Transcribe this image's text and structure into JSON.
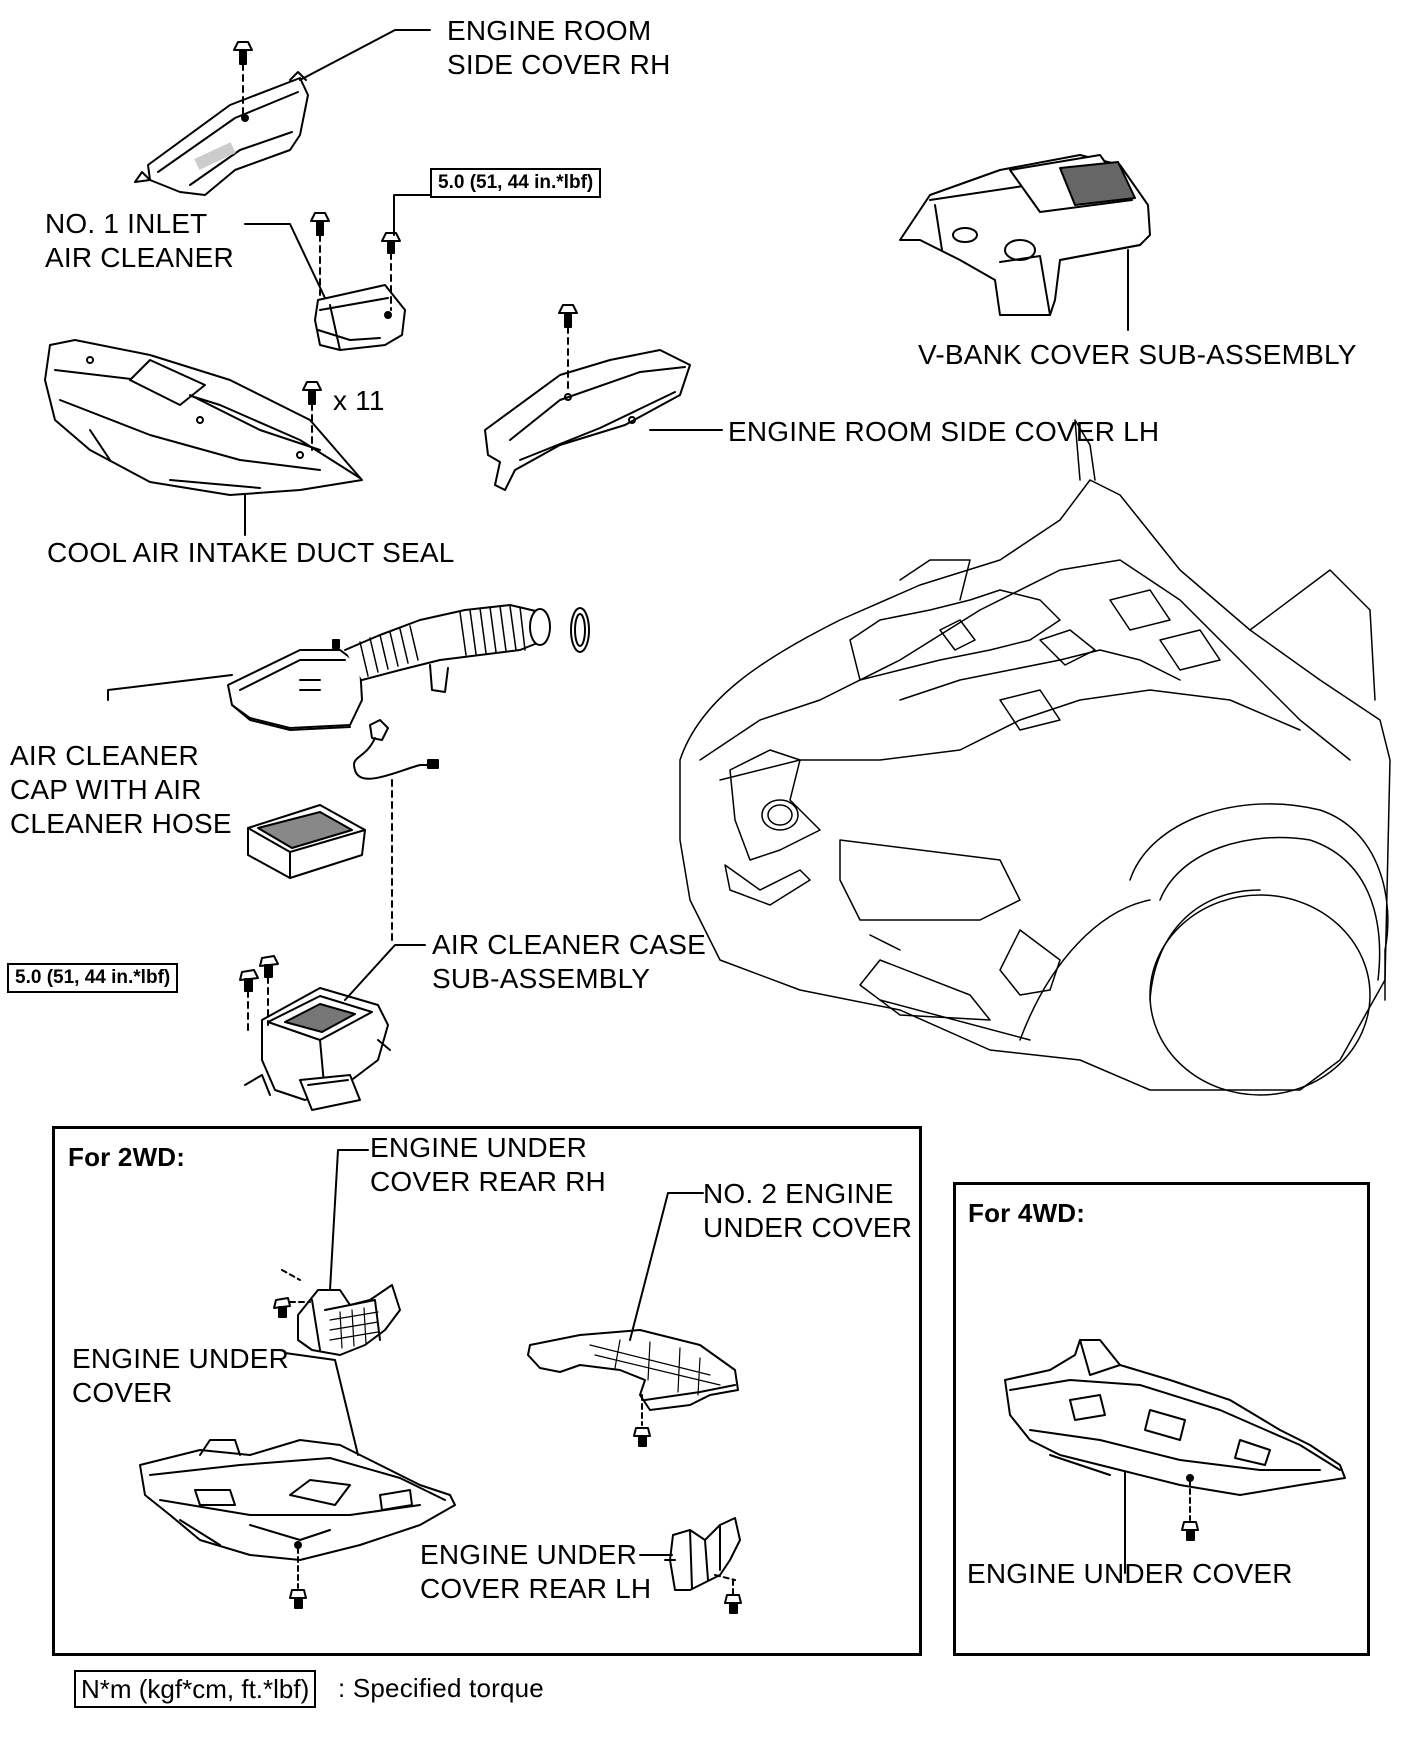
{
  "labels": {
    "engine_room_side_cover_rh": "ENGINE ROOM\nSIDE COVER RH",
    "no1_inlet_air_cleaner": "NO. 1 INLET\nAIR CLEANER",
    "v_bank_cover": "V-BANK COVER SUB-ASSEMBLY",
    "x11": "x 11",
    "engine_room_side_cover_lh": "ENGINE ROOM SIDE COVER LH",
    "cool_air_intake_duct_seal": "COOL AIR INTAKE DUCT SEAL",
    "air_cleaner_cap": "AIR CLEANER\nCAP WITH AIR\nCLEANER HOSE",
    "air_cleaner_case": "AIR CLEANER CASE\nSUB-ASSEMBLY",
    "engine_under_cover_rear_rh": "ENGINE UNDER\nCOVER REAR RH",
    "no2_engine_under_cover": "NO. 2 ENGINE\nUNDER COVER",
    "engine_under_cover_2wd": "ENGINE UNDER\nCOVER",
    "engine_under_cover_rear_lh": "ENGINE UNDER\nCOVER REAR LH",
    "engine_under_cover_4wd": "ENGINE UNDER COVER"
  },
  "torque": {
    "inlet": "5.0 (51, 44 in.*lbf)",
    "case": "5.0 (51, 44 in.*lbf)"
  },
  "sections": {
    "for_2wd": "For 2WD:",
    "for_4wd": "For 4WD:"
  },
  "legend": {
    "boxed": "N*m (kgf*cm, ft.*lbf)",
    "text": ": Specified torque"
  }
}
